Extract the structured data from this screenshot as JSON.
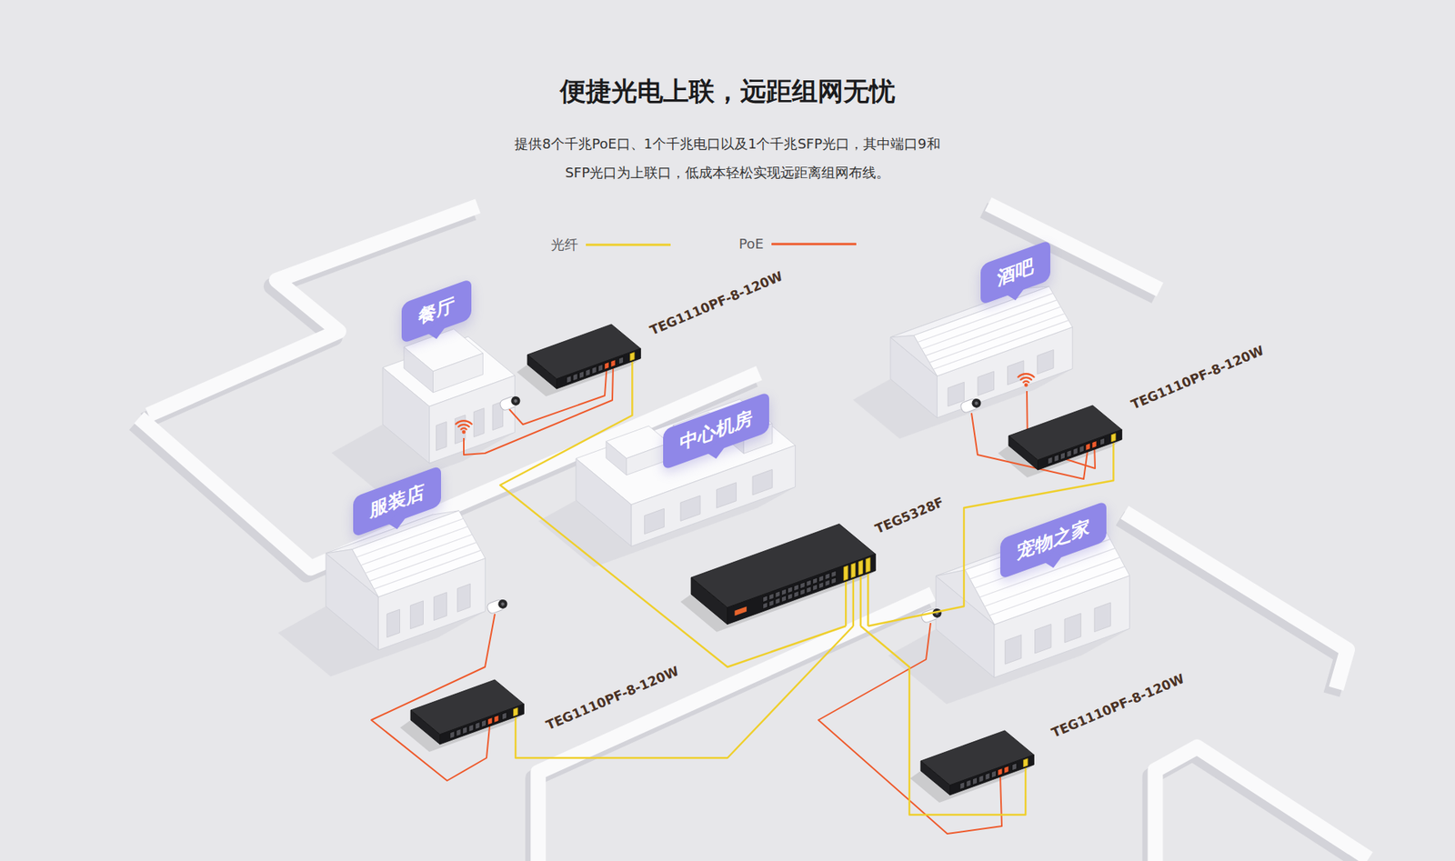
{
  "diagram": {
    "title": "便捷光电上联，远距组网无忧",
    "caption": "提供8个千兆PoE口、1个千兆电口以及1个千兆SFP光口，其中端口9和 SFP光口为上联口，低成本轻松实现远距离组网布线。",
    "nodes": [
      {
        "text": [
          "餐厅"
        ]
      },
      {
        "text": [
          "酒吧"
        ]
      },
      {
        "text": [
          "TEG1110PF-8-120W"
        ]
      },
      {
        "text": [
          "中心机房"
        ]
      },
      {
        "text": [
          "TEG1110PF-8-120W"
        ]
      },
      {
        "text": [
          "服装店"
        ]
      },
      {
        "text": [
          "宠物之家"
        ]
      },
      {
        "text": [
          "TEG5328F"
        ]
      },
      {
        "text": [
          "TEG1110PF-8-120W"
        ]
      },
      {
        "text": [
          "TEG1110PF-8-120W"
        ]
      }
    ],
    "edges": [
      {
        "from": 7,
        "to": 2,
        "arrow": "none"
      },
      {
        "from": 7,
        "to": 4,
        "arrow": "none"
      },
      {
        "from": 7,
        "to": 8,
        "arrow": "none"
      },
      {
        "from": 7,
        "to": 9,
        "arrow": "none"
      }
    ],
    "legend": [
      {
        "text": "光纤"
      },
      {
        "text": "PoE"
      }
    ]
  }
}
